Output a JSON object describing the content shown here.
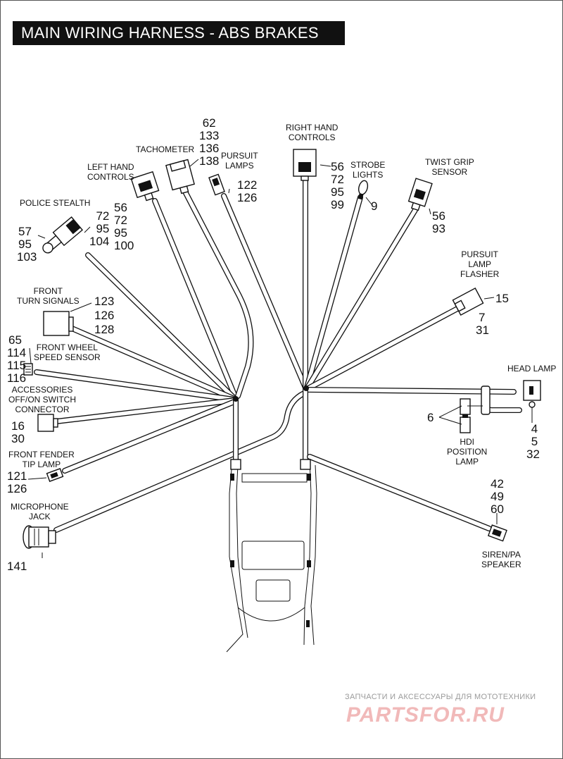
{
  "title": "MAIN WIRING HARNESS - ABS BRAKES",
  "parts": {
    "tachometer": {
      "label": "TACHOMETER",
      "refs": [
        "62",
        "133",
        "136",
        "138"
      ]
    },
    "right_hand_controls": {
      "label": [
        "RIGHT HAND",
        "CONTROLS"
      ],
      "refs": [
        "56",
        "72",
        "95",
        "99"
      ]
    },
    "left_hand_controls": {
      "label": [
        "LEFT HAND",
        "CONTROLS"
      ],
      "refs": [
        "56",
        "72",
        "95",
        "100"
      ]
    },
    "pursuit_lamps": {
      "label": [
        "PURSUIT",
        "LAMPS"
      ],
      "refs": [
        "122",
        "126"
      ]
    },
    "strobe_lights": {
      "label": [
        "STROBE",
        "LIGHTS"
      ],
      "refs": [
        "9"
      ]
    },
    "twist_grip_sensor": {
      "label": [
        "TWIST GRIP",
        "SENSOR"
      ],
      "refs": [
        "56",
        "93"
      ]
    },
    "police_stealth": {
      "label": "POLICE STEALTH",
      "refs_right": [
        "72",
        "95",
        "104"
      ],
      "refs_left": [
        "57",
        "95",
        "103"
      ]
    },
    "pursuit_lamp_flasher": {
      "label": [
        "PURSUIT",
        "LAMP",
        "FLASHER"
      ],
      "refs": [
        "15",
        "7",
        "31"
      ]
    },
    "front_turn_signals": {
      "label": [
        "FRONT",
        "TURN SIGNALS"
      ],
      "refs": [
        "123",
        "126",
        "128"
      ]
    },
    "front_wheel_speed_sensor": {
      "label": [
        "FRONT WHEEL",
        "SPEED SENSOR"
      ],
      "refs": [
        "65",
        "114",
        "115",
        "116"
      ]
    },
    "head_lamp": {
      "label": "HEAD LAMP",
      "refs": [
        "4",
        "5",
        "32"
      ]
    },
    "accessories_switch": {
      "label": [
        "ACCESSORIES",
        "OFF/ON SWITCH",
        "CONNECTOR"
      ],
      "refs": [
        "16",
        "30"
      ]
    },
    "hdi_position_lamp": {
      "label": [
        "HDI",
        "POSITION",
        "LAMP"
      ],
      "refs": [
        "6"
      ]
    },
    "front_fender_tip_lamp": {
      "label": [
        "FRONT FENDER",
        "TIP LAMP"
      ],
      "refs": [
        "121",
        "126"
      ]
    },
    "microphone_jack": {
      "label": [
        "MICROPHONE",
        "JACK"
      ],
      "refs": [
        "141"
      ]
    },
    "siren_pa_speaker": {
      "label": [
        "SIREN/PA",
        "SPEAKER"
      ],
      "refs": [
        "42",
        "49",
        "60"
      ]
    }
  },
  "watermark": {
    "caption": "ЗАПЧАСТИ И АКСЕССУАРЫ ДЛЯ МОТОТЕХНИКИ",
    "logo": "PARTSFOR.RU"
  }
}
